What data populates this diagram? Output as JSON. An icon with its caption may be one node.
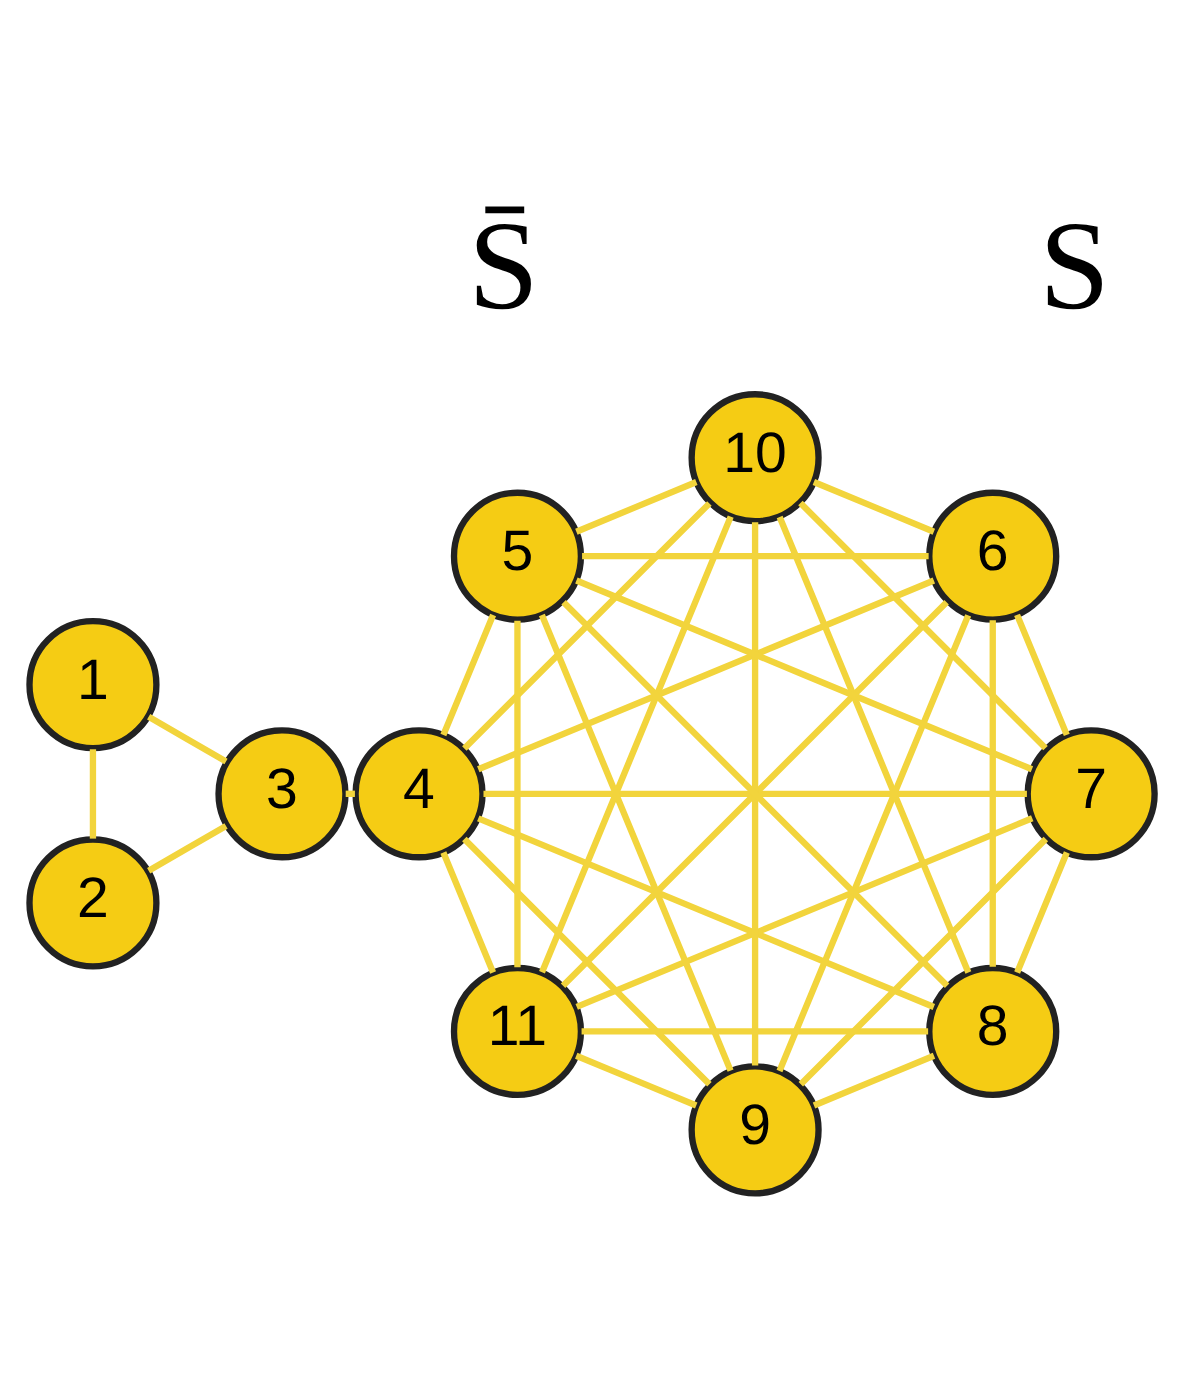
{
  "diagram": {
    "nodes": [
      {
        "text": [
          "2"
        ]
      },
      {
        "text": [
          "1"
        ]
      },
      {
        "text": [
          "3"
        ]
      },
      {
        "text": [
          "4"
        ]
      },
      {
        "text": [
          "11"
        ]
      },
      {
        "text": [
          "10"
        ]
      },
      {
        "text": [
          "6"
        ]
      },
      {
        "text": [
          "7"
        ]
      },
      {
        "text": [
          "8"
        ]
      },
      {
        "text": [
          "9"
        ]
      },
      {
        "text": [
          "5"
        ]
      }
    ],
    "edges": [
      {
        "from": 0,
        "to": 1,
        "arrow": "none"
      },
      {
        "from": 0,
        "to": 2,
        "arrow": "none"
      },
      {
        "from": 1,
        "to": 2,
        "arrow": "none"
      },
      {
        "from": 2,
        "to": 3,
        "arrow": "none"
      },
      {
        "from": 3,
        "to": 4,
        "arrow": "none"
      },
      {
        "from": 3,
        "to": 5,
        "arrow": "none"
      },
      {
        "from": 3,
        "to": 6,
        "arrow": "none"
      },
      {
        "from": 3,
        "to": 7,
        "arrow": "none"
      },
      {
        "from": 3,
        "to": 8,
        "arrow": "none"
      },
      {
        "from": 3,
        "to": 9,
        "arrow": "none"
      },
      {
        "from": 3,
        "to": 10,
        "arrow": "none"
      },
      {
        "from": 4,
        "to": 5,
        "arrow": "none"
      },
      {
        "from": 4,
        "to": 6,
        "arrow": "none"
      },
      {
        "from": 4,
        "to": 7,
        "arrow": "none"
      },
      {
        "from": 4,
        "to": 8,
        "arrow": "none"
      },
      {
        "from": 4,
        "to": 9,
        "arrow": "none"
      },
      {
        "from": 4,
        "to": 10,
        "arrow": "none"
      },
      {
        "from": 5,
        "to": 6,
        "arrow": "none"
      },
      {
        "from": 5,
        "to": 7,
        "arrow": "none"
      },
      {
        "from": 5,
        "to": 8,
        "arrow": "none"
      },
      {
        "from": 5,
        "to": 9,
        "arrow": "none"
      },
      {
        "from": 5,
        "to": 10,
        "arrow": "none"
      },
      {
        "from": 6,
        "to": 7,
        "arrow": "none"
      },
      {
        "from": 6,
        "to": 8,
        "arrow": "none"
      },
      {
        "from": 6,
        "to": 9,
        "arrow": "none"
      },
      {
        "from": 6,
        "to": 10,
        "arrow": "none"
      },
      {
        "from": 7,
        "to": 8,
        "arrow": "none"
      },
      {
        "from": 7,
        "to": 9,
        "arrow": "none"
      },
      {
        "from": 7,
        "to": 10,
        "arrow": "none"
      },
      {
        "from": 8,
        "to": 9,
        "arrow": "none"
      },
      {
        "from": 8,
        "to": 10,
        "arrow": "none"
      },
      {
        "from": 9,
        "to": 10,
        "arrow": "none"
      }
    ],
    "labels": [
      "S",
      "S̄"
    ]
  }
}
